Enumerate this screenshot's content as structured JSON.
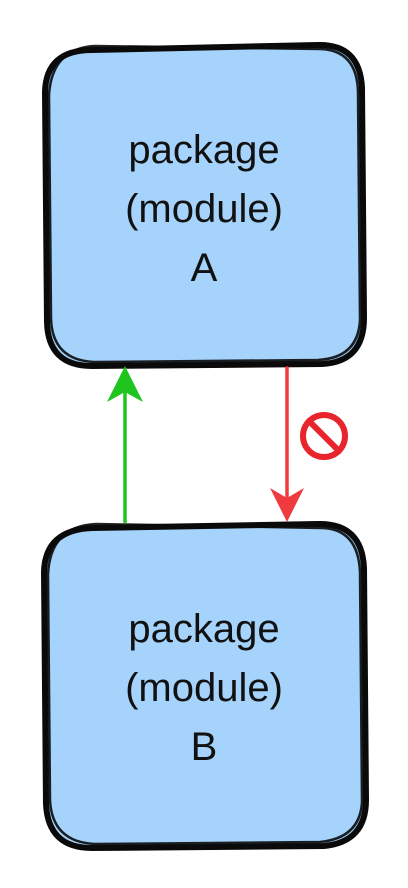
{
  "diagram": {
    "nodes": [
      {
        "id": "A",
        "lines": [
          "package",
          "(module)",
          "A"
        ],
        "fill": "#a5d3fb",
        "stroke": "#0a0a0a"
      },
      {
        "id": "B",
        "lines": [
          "package",
          "(module)",
          "B"
        ],
        "fill": "#a5d3fb",
        "stroke": "#0a0a0a"
      }
    ],
    "edges": [
      {
        "from": "B",
        "to": "A",
        "status": "allowed",
        "color": "#1fc41f"
      },
      {
        "from": "A",
        "to": "B",
        "status": "forbidden",
        "color": "#ef3b40",
        "marker": "prohibited-icon"
      }
    ]
  }
}
